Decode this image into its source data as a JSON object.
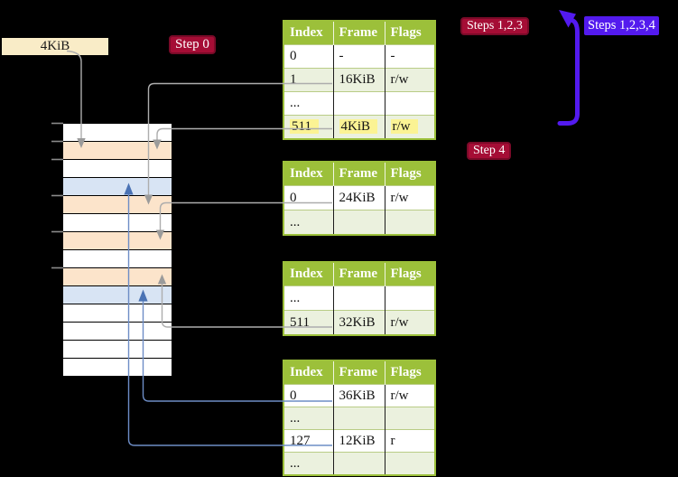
{
  "colors": {
    "background": "#000000",
    "table_header_green": "#9cc03a",
    "table_border_green": "#9cc03a",
    "table_row_alt_green": "#ebf1de",
    "peach": "#fce4cb",
    "light_blue": "#d8e4f4",
    "cream": "#f9ecc7",
    "badge_red": "#a50d35",
    "badge_red_border": "#7a0a28",
    "badge_blue": "#531aee",
    "highlight_yellow": "#fbf394",
    "gray_connector": "#adadad",
    "gray_connector_head": "#9b9b9b",
    "blue_connector": "#6d8dc6",
    "blue_connector_head": "#4a72b4"
  },
  "labels": {
    "page_size": "4KiB",
    "step0": "Step 0",
    "steps123": "Steps 1,2,3",
    "steps1234": "Steps 1,2,3,4",
    "step4": "Step 4"
  },
  "memory_column": {
    "rows": [
      "white",
      "peach",
      "white",
      "blue",
      "peach",
      "white",
      "peach",
      "white",
      "peach",
      "blue",
      "white",
      "white",
      "white",
      "white"
    ]
  },
  "tables": [
    {
      "id": "level4",
      "headers": [
        "Index",
        "Frame",
        "Flags"
      ],
      "rows": [
        {
          "cells": [
            "0",
            "-",
            "-"
          ],
          "highlight": false
        },
        {
          "cells": [
            "1",
            "16KiB",
            "r/w"
          ],
          "highlight": false
        },
        {
          "cells": [
            "...",
            "",
            ""
          ],
          "highlight": false
        },
        {
          "cells": [
            "511",
            "4KiB",
            "r/w"
          ],
          "highlight": true
        }
      ]
    },
    {
      "id": "level3",
      "headers": [
        "Index",
        "Frame",
        "Flags"
      ],
      "rows": [
        {
          "cells": [
            "0",
            "24KiB",
            "r/w"
          ],
          "highlight": false
        },
        {
          "cells": [
            "...",
            "",
            ""
          ],
          "highlight": false
        }
      ]
    },
    {
      "id": "level2",
      "headers": [
        "Index",
        "Frame",
        "Flags"
      ],
      "rows": [
        {
          "cells": [
            "...",
            "",
            ""
          ],
          "highlight": false
        },
        {
          "cells": [
            "511",
            "32KiB",
            "r/w"
          ],
          "highlight": false
        }
      ]
    },
    {
      "id": "level1",
      "headers": [
        "Index",
        "Frame",
        "Flags"
      ],
      "rows": [
        {
          "cells": [
            "0",
            "36KiB",
            "r/w"
          ],
          "highlight": false
        },
        {
          "cells": [
            "...",
            "",
            ""
          ],
          "highlight": false
        },
        {
          "cells": [
            "127",
            "12KiB",
            "r"
          ],
          "highlight": false
        },
        {
          "cells": [
            "...",
            "",
            ""
          ],
          "highlight": false
        }
      ]
    }
  ]
}
